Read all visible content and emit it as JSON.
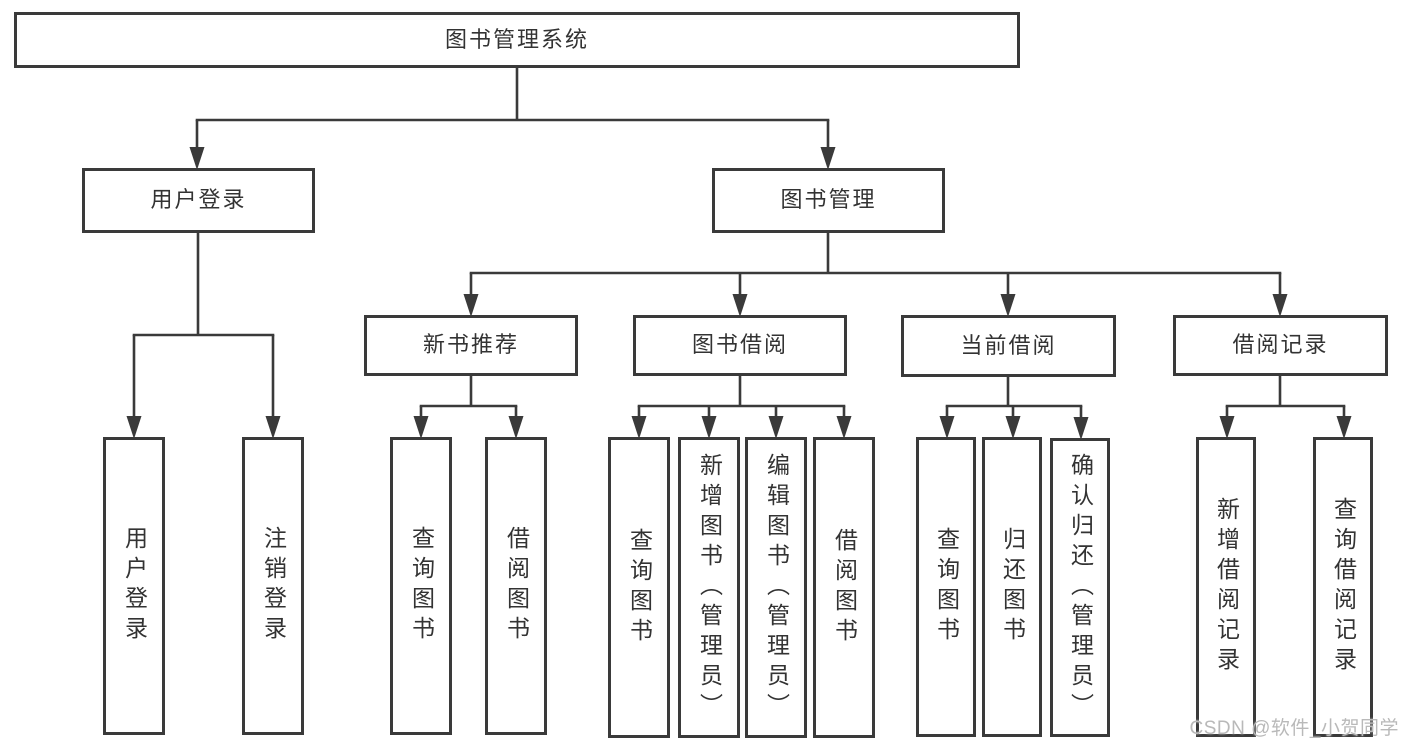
{
  "diagram": {
    "title": "图书管理系统",
    "nodes": {
      "root": {
        "label": "图书管理系统"
      },
      "level2": [
        {
          "label": "用户登录"
        },
        {
          "label": "图书管理"
        }
      ],
      "level3": [
        {
          "label": "新书推荐",
          "parent": "图书管理"
        },
        {
          "label": "图书借阅",
          "parent": "图书管理"
        },
        {
          "label": "当前借阅",
          "parent": "图书管理"
        },
        {
          "label": "借阅记录",
          "parent": "图书管理"
        }
      ],
      "leaves": [
        {
          "label": "用户登录",
          "parent": "用户登录"
        },
        {
          "label": "注销登录",
          "parent": "用户登录"
        },
        {
          "label": "查询图书",
          "parent": "新书推荐"
        },
        {
          "label": "借阅图书",
          "parent": "新书推荐"
        },
        {
          "label": "查询图书",
          "parent": "图书借阅"
        },
        {
          "label": "新增图书（管理员）",
          "parent": "图书借阅"
        },
        {
          "label": "编辑图书（管理员）",
          "parent": "图书借阅"
        },
        {
          "label": "借阅图书",
          "parent": "图书借阅"
        },
        {
          "label": "查询图书",
          "parent": "当前借阅"
        },
        {
          "label": "归还图书",
          "parent": "当前借阅"
        },
        {
          "label": "确认归还（管理员）",
          "parent": "当前借阅"
        },
        {
          "label": "新增借阅记录",
          "parent": "借阅记录"
        },
        {
          "label": "查询借阅记录",
          "parent": "借阅记录"
        }
      ]
    }
  },
  "watermark": {
    "text": "CSDN @软件_小贺同学"
  },
  "colors": {
    "line": "#3a3a3a",
    "text": "#333333",
    "background": "#ffffff",
    "watermark": "#b9b9b9"
  }
}
